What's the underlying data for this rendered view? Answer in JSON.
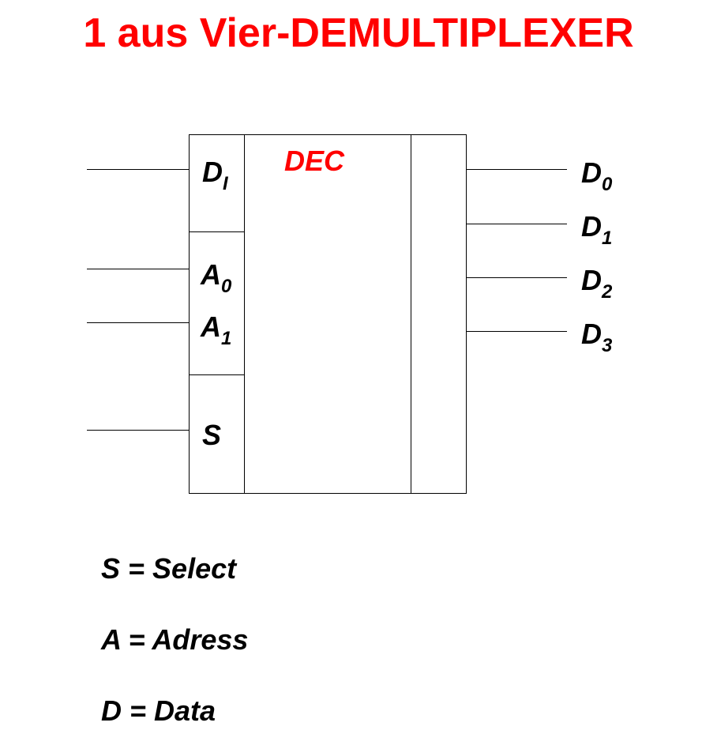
{
  "title": "1 aus Vier-DEMULTIPLEXER",
  "block": {
    "label": "DEC"
  },
  "inputs": {
    "data": {
      "main": "D",
      "sub": "I"
    },
    "address0": {
      "main": "A",
      "sub": "0"
    },
    "address1": {
      "main": "A",
      "sub": "1"
    },
    "select": {
      "main": "S"
    }
  },
  "outputs": [
    {
      "main": "D",
      "sub": "0"
    },
    {
      "main": "D",
      "sub": "1"
    },
    {
      "main": "D",
      "sub": "2"
    },
    {
      "main": "D",
      "sub": "3"
    }
  ],
  "legend": [
    {
      "text": "S = Select"
    },
    {
      "text": "A = Adress"
    },
    {
      "text": "D = Data"
    }
  ],
  "colors": {
    "title": "#ff0000",
    "block_label": "#ff0000",
    "lines": "#000000"
  }
}
